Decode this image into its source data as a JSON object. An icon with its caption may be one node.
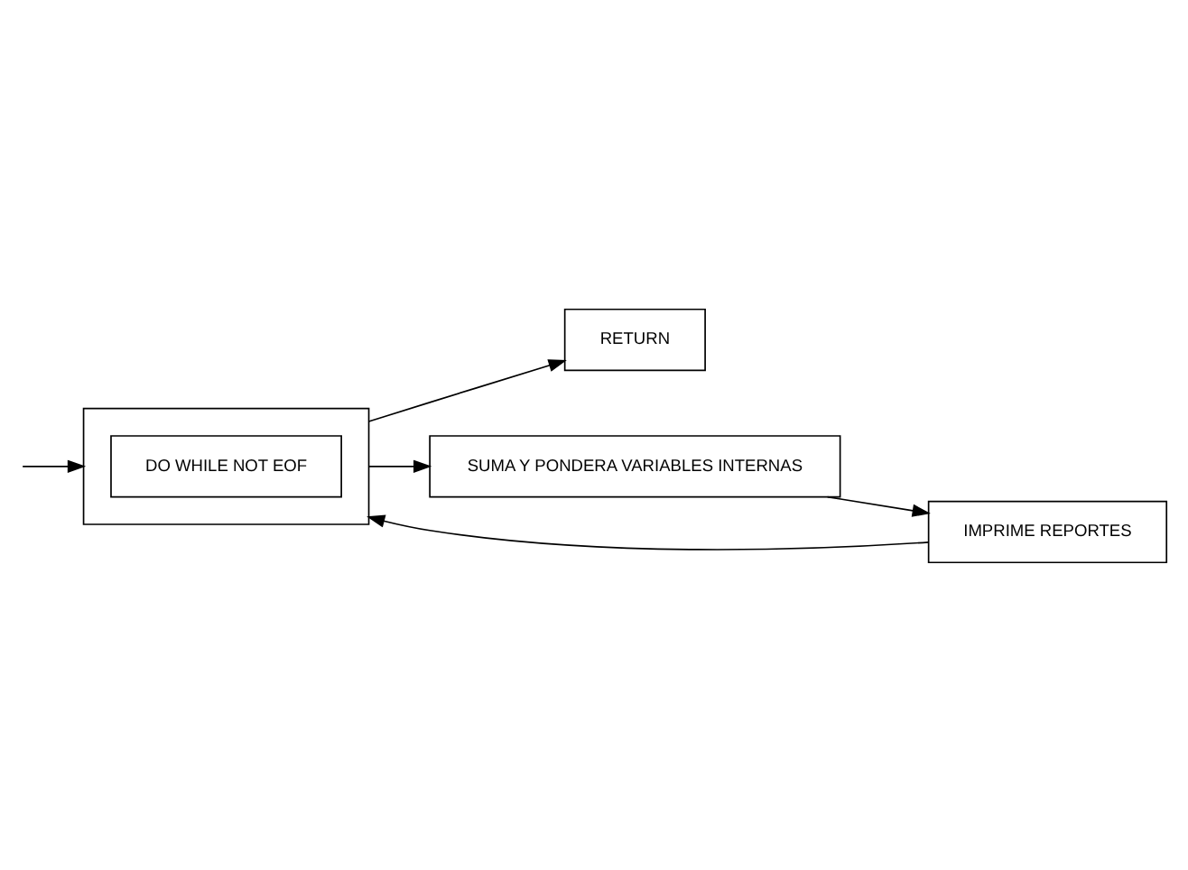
{
  "diagram": {
    "nodes": [
      {
        "text": [],
        "shape": "box"
      },
      {
        "text": [
          "DO WHILE NOT EOF"
        ],
        "in": 0
      },
      {
        "text": [
          "RETURN"
        ]
      },
      {
        "text": [
          "SUMA Y PONDERA VARIABLES INTERNAS"
        ]
      },
      {
        "text": [
          "IMPRIME REPORTES"
        ]
      }
    ],
    "edges": [
      {
        "from": null,
        "to": 0,
        "arrow": "to"
      },
      {
        "from": 0,
        "to": 2,
        "arrow": "to"
      },
      {
        "from": 0,
        "to": 3,
        "arrow": "to"
      },
      {
        "from": 3,
        "to": 4,
        "arrow": "to"
      },
      {
        "from": 4,
        "to": 0,
        "arrow": "to"
      }
    ]
  }
}
